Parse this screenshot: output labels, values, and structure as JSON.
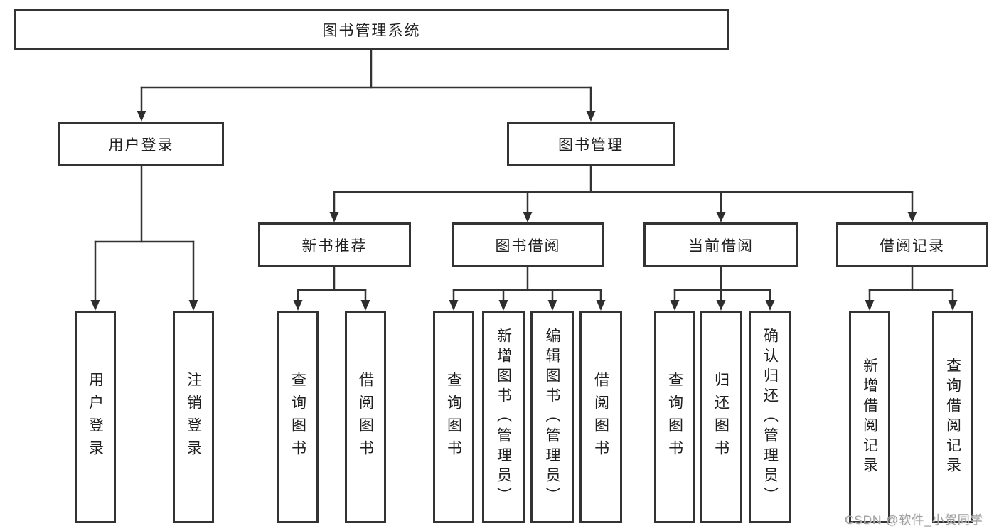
{
  "diagram": {
    "root": {
      "label": "图书管理系统"
    },
    "level2": {
      "user_login": {
        "label": "用户登录"
      },
      "book_management": {
        "label": "图书管理"
      }
    },
    "level3": {
      "new_book_recommend": {
        "label": "新书推荐"
      },
      "book_borrow": {
        "label": "图书借阅"
      },
      "current_borrow": {
        "label": "当前借阅"
      },
      "borrow_records": {
        "label": "借阅记录"
      }
    },
    "leaves": {
      "user_login_login": {
        "label": "用户登录"
      },
      "user_login_logout": {
        "label": "注销登录"
      },
      "recommend_query_books": {
        "label": "查询图书"
      },
      "recommend_borrow_books": {
        "label": "借阅图书"
      },
      "borrow_query_books": {
        "label": "查询图书"
      },
      "borrow_add_books": {
        "label": "新增图书（管理员）"
      },
      "borrow_edit_books": {
        "label": "编辑图书（管理员）"
      },
      "borrow_borrow_books": {
        "label": "借阅图书"
      },
      "current_query_books": {
        "label": "查询图书"
      },
      "current_return_books": {
        "label": "归还图书"
      },
      "current_confirm_return": {
        "label": "确认归还（管理员）"
      },
      "records_add_record": {
        "label": "新增借阅记录"
      },
      "records_query_record": {
        "label": "查询借阅记录"
      }
    },
    "watermark": {
      "text": "CSDN @软件_小贺同学"
    },
    "colors": {
      "line": "#333333",
      "text": "#1f1f1f",
      "background": "#ffffff",
      "watermark": "#9e9e9e"
    }
  }
}
